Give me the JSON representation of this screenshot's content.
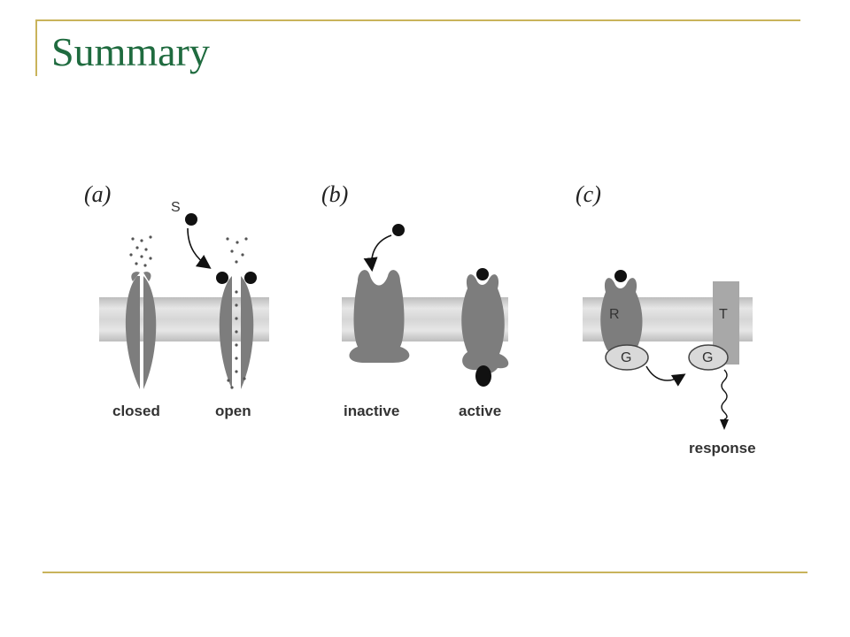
{
  "title": "Summary",
  "colors": {
    "accent_rule": "#c9b35b",
    "title": "#1f6b3f",
    "membrane": "#cfcfcf",
    "protein": "#7d7d7d",
    "ligand": "#111111"
  },
  "panels": [
    {
      "label": "(a)",
      "states": [
        "closed",
        "open"
      ],
      "ligand_label": "S"
    },
    {
      "label": "(b)",
      "states": [
        "inactive",
        "active"
      ]
    },
    {
      "label": "(c)",
      "receptor_label": "R",
      "target_label": "T",
      "g_protein_label": "G",
      "output_label": "response"
    }
  ]
}
